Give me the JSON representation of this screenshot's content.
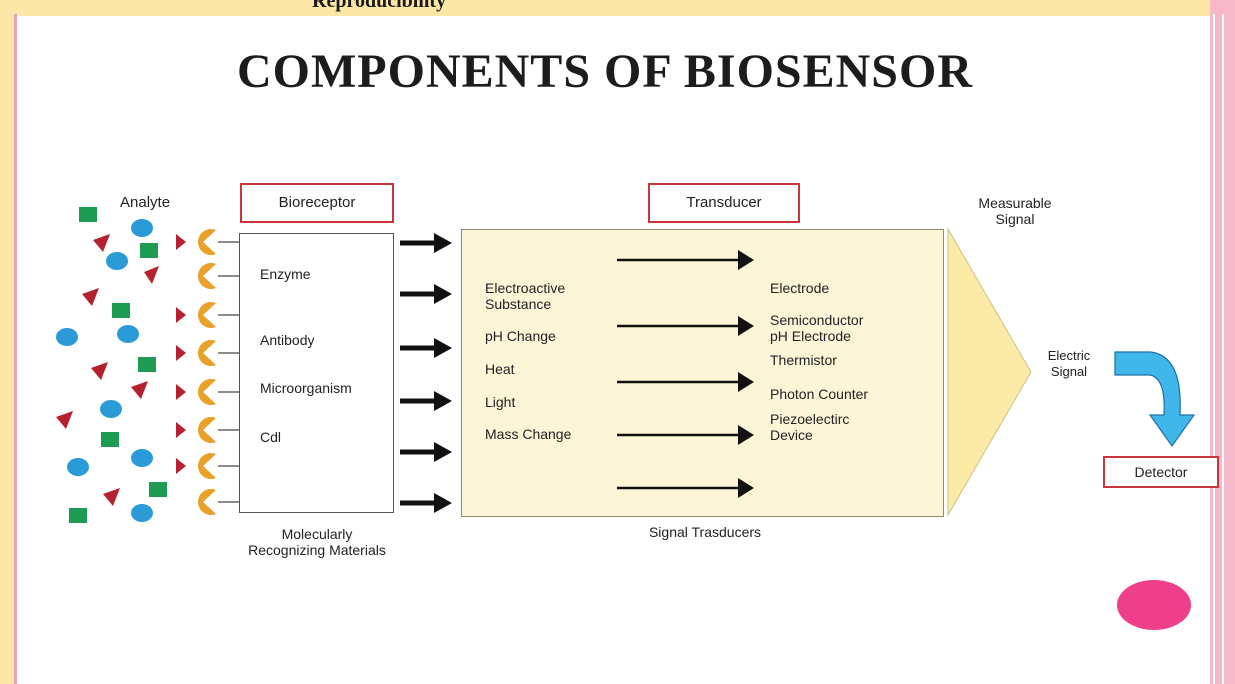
{
  "slide": {
    "header_cut_text": "Reproducibility",
    "title": "COMPONENTS OF BIOSENSOR"
  },
  "diagram": {
    "analyte_label": "Analyte",
    "bioreceptor_label": "Bioreceptor",
    "transducer_label": "Transducer",
    "measurable_signal_label": [
      "Measurable",
      "Signal"
    ],
    "receptors": [
      "Enzyme",
      "Antibody",
      "Microorganism",
      "Cdl"
    ],
    "receptor_caption": [
      "Molecularly",
      "Recognizing Materials"
    ],
    "inputs": [
      [
        "Electroactive",
        "Substance"
      ],
      [
        "pH Change"
      ],
      [
        "Heat"
      ],
      [
        "Light"
      ],
      [
        "Mass Change"
      ]
    ],
    "outputs": [
      [
        "Electrode"
      ],
      [
        "Semiconductor",
        "pH Electrode"
      ],
      [
        "Thermistor"
      ],
      [
        "Photon Counter"
      ],
      [
        "Piezoelectirc",
        "Device"
      ]
    ],
    "transducer_caption": "Signal Trasducers",
    "electric_signal_label": [
      "Electric",
      "Signal"
    ],
    "detector_label": "Detector"
  },
  "colors": {
    "slide_border": "#fde7a6",
    "right_border": "#f6b8c9",
    "label_box_border": "#c8343a",
    "transducer_fill": "#fdf5d8",
    "signal_triangle": "#fbeba6",
    "analyte_green": "#1e9c54",
    "analyte_blue": "#2a9bd6",
    "analyte_red": "#b5212f",
    "receptor_orange": "#e9a12a",
    "detector_arrow": "#3fb7ea",
    "accent_dot": "#ef3f8a"
  }
}
